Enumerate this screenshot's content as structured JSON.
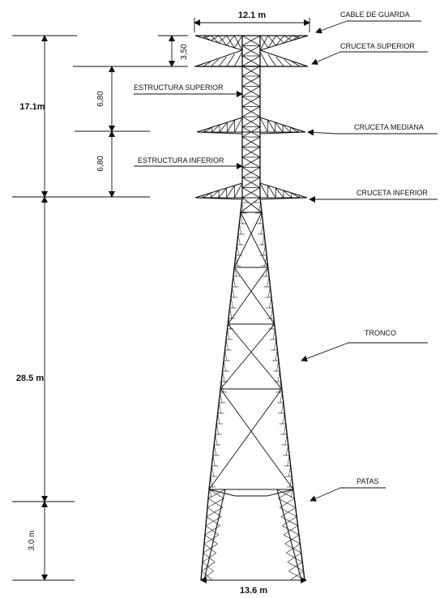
{
  "dimensions": {
    "top_width": "12.1 m",
    "bottom_width": "13.6 m",
    "upper_height": "17.1m",
    "trunk_height": "28.5 m",
    "legs_height": "3.0 m",
    "top_crossarm_gap": "3,50",
    "upper_structure_gap": "6,80",
    "lower_structure_gap": "6,80"
  },
  "labels": {
    "cable_guarda": "CABLE DE GUARDA",
    "cruceta_superior": "CRUCETA SUPERIOR",
    "estructura_superior": "ESTRUCTURA SUPERIOR",
    "cruceta_mediana": "CRUCETA MEDIANA",
    "estructura_inferior": "ESTRUCTURA INFERIOR",
    "cruceta_inferior": "CRUCETA INFERIOR",
    "tronco": "TRONCO",
    "patas": "PATAS"
  },
  "colors": {
    "line": "#111111",
    "background": "#ffffff"
  }
}
